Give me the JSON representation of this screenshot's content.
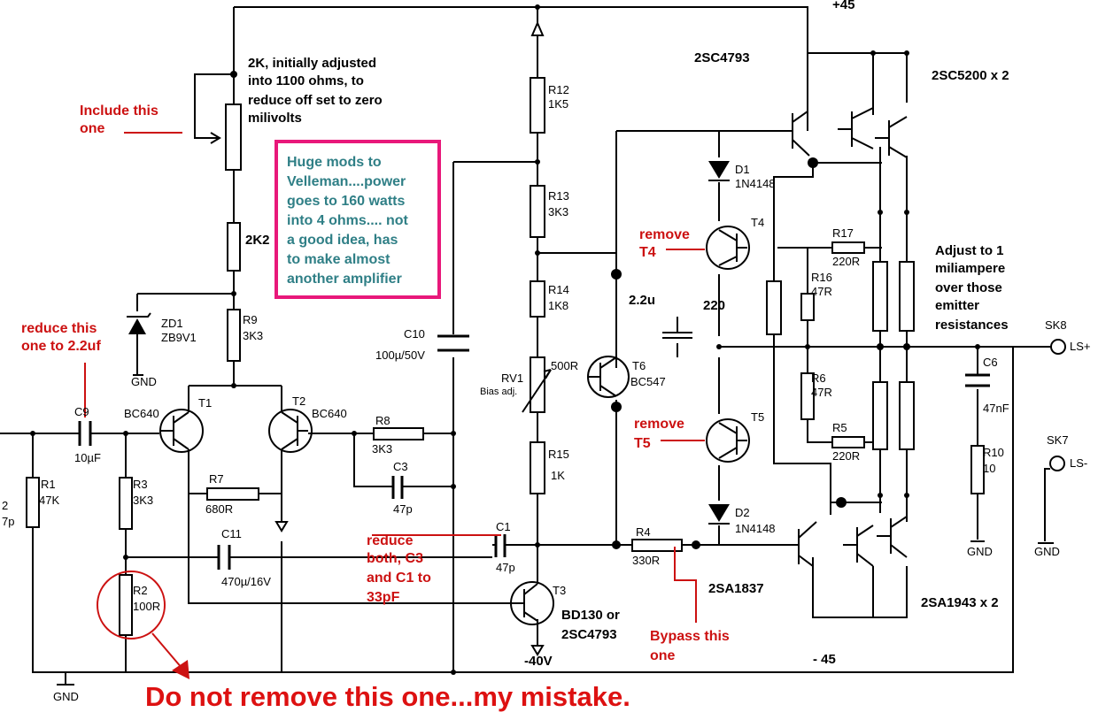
{
  "supply": {
    "pos": "+45",
    "neg": "- 45",
    "neg40": "-40V"
  },
  "components": {
    "r12": "R12",
    "r12v": "1K5",
    "r13": "R13",
    "r13v": "3K3",
    "r14": "R14",
    "r14v": "1K8",
    "r15": "R15",
    "r15v": "1K",
    "rv1": "RV1",
    "rv1v": "500R",
    "rv1d": "Bias adj.",
    "r2k2": "2K2",
    "zd1": "ZD1",
    "zd1v": "ZB9V1",
    "gnd": "GND",
    "r9": "R9",
    "r9v": "3K3",
    "c10": "C10",
    "c10v": "100µ/50V",
    "t1": "T1",
    "t1t": "BC640",
    "t2": "T2",
    "t2t": "BC640",
    "r8": "R8",
    "r8v": "3K3",
    "c3": "C3",
    "c3v": "47p",
    "r7": "R7",
    "r7v": "680R",
    "c11": "C11",
    "c11v": "470µ/16V",
    "c9": "C9",
    "c9v": "10µF",
    "r1": "R1",
    "r1v": "47K",
    "r3": "R3",
    "r3v": "3K3",
    "r2": "R2",
    "r2v": "100R",
    "c2a": "2",
    "c2b": "7p",
    "c1": "C1",
    "c1v": "47p",
    "t3": "T3",
    "t3t1": "BD130 or",
    "t3t2": "2SC4793",
    "r4": "R4",
    "r4v": "330R",
    "t6": "T6",
    "t6t": "BC547",
    "d1": "D1",
    "d1v": "1N4148",
    "d2": "D2",
    "d2v": "1N4148",
    "t4": "T4",
    "t5": "T5",
    "cap22": "2.2u",
    "res220": "220",
    "r17": "R17",
    "r17v": "220R",
    "r16": "R16",
    "r16v": "47R",
    "r6": "R6",
    "r6v": "47R",
    "r5": "R5",
    "r5v": "220R",
    "q2sc4793": "2SC4793",
    "q2sc5200": "2SC5200 x 2",
    "q2sa1837": "2SA1837",
    "q2sa1943": "2SA1943 x 2",
    "c6": "C6",
    "c6v": "47nF",
    "r10": "R10",
    "r10v": "10",
    "sk8": "SK8",
    "lsp": "LS+",
    "sk7": "SK7",
    "lsm": "LS-"
  },
  "notes": {
    "pot": [
      "2K, initially adjusted",
      "into 1100 ohms, to",
      "reduce off set to zero",
      "milivolts"
    ],
    "include": [
      "Include this",
      "one"
    ],
    "box": [
      "Huge mods to",
      "Velleman....power",
      "goes to 160 watts",
      "into 4 ohms.... not",
      "a good idea, has",
      "to make almost",
      "another amplifier"
    ],
    "reduce_c9": [
      "reduce this",
      "one to 2.2uf"
    ],
    "reduce_c3c1": [
      "reduce",
      "both, C3",
      "and C1 to",
      "33pF"
    ],
    "remove_t4": [
      "remove",
      "T4"
    ],
    "remove_t5": [
      "remove",
      "T5"
    ],
    "bypass": [
      "Bypass this",
      "one"
    ],
    "adjust": [
      "Adjust to 1",
      "miliampere",
      "over those",
      "emitter",
      "resistances"
    ],
    "mistake": "Do not remove this one...my mistake."
  },
  "colors": {
    "note_red": "#cc1111",
    "box_pink": "#e8187a",
    "box_text_teal": "#2f7f86"
  }
}
